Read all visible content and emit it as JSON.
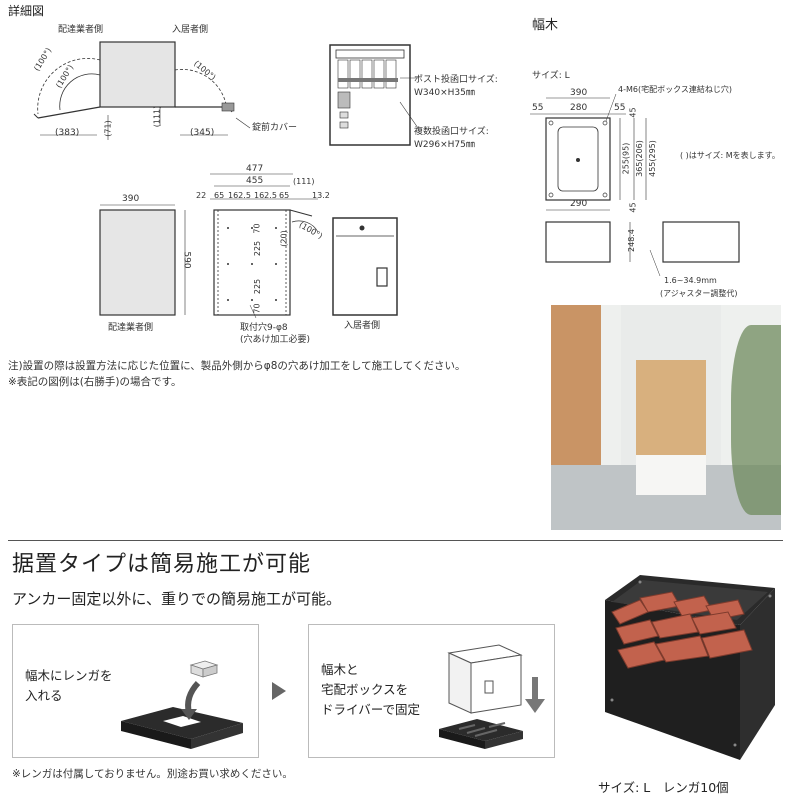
{
  "detail": {
    "title": "詳細図",
    "top_left": {
      "label_delivery": "配達業者側",
      "label_resident": "入居者側",
      "angle_100_a": "(100°)",
      "angle_100_b": "(100°)",
      "angle_100_c": "(100°)",
      "dim_383": "(383)",
      "dim_71": "(71)",
      "dim_111": "(111)",
      "dim_345": "(345)",
      "lock_cover": "錠前カバー"
    },
    "post_front": {
      "slot1": "ポスト投函口サイズ:",
      "slot1_size": "W340×H35㎜",
      "slot2": "複数投函口サイズ:",
      "slot2_size": "W296×H75㎜"
    },
    "front_view": {
      "width": "390",
      "height": "590",
      "label": "配達業者側"
    },
    "side_view": {
      "dim_477": "477",
      "dim_455": "455",
      "dim_111": "(111)",
      "dims_row": [
        "22",
        "65",
        "162.5",
        "162.5",
        "65",
        "13.2"
      ],
      "dims_vert": [
        "70",
        "225",
        "225",
        "70"
      ],
      "dim_20": "(20)",
      "angle": "(100°)",
      "hole": "取付穴9-φ8",
      "hole_note": "(穴あけ加工必要)"
    },
    "back_view": {
      "label": "入居者側"
    },
    "notes": [
      "注)設置の際は設置方法に応じた位置に、製品外側からφ8の穴あけ加工をして施工してください。",
      "※表記の図例は(右勝手)の場合です。"
    ]
  },
  "baseboard": {
    "title": "幅木",
    "size": "サイズ: L",
    "dim_390": "390",
    "dim_280": "280",
    "dim_55a": "55",
    "dim_55b": "55",
    "bolt": "4-M6(宅配ボックス連結ねじ穴)",
    "dim_45a": "45",
    "dim_45b": "45",
    "dim_255": "255(95)",
    "dim_365": "365(206)",
    "dim_455": "455(295)",
    "dim_290": "290",
    "dim_248": "248.4",
    "m_note": "(  )はサイズ: Mを表します。",
    "adjuster": "1.6~34.9mm",
    "adjuster_note": "(アジャスター調整代)"
  },
  "simple": {
    "headline": "据置タイプは簡易施工が可能",
    "sub": "アンカー固定以外に、重りでの簡易施工が可能。",
    "step1": [
      "幅木にレンガを",
      "入れる"
    ],
    "step2": [
      "幅木と",
      "宅配ボックスを",
      "ドライバーで固定"
    ],
    "footnote": "※レンガは付属しておりません。別途お買い求めください。",
    "caption": "サイズ: L　レンガ10個"
  },
  "colors": {
    "brick": "#c2624d",
    "wood": "#d8b07e",
    "frame": "#2a2a2a"
  }
}
